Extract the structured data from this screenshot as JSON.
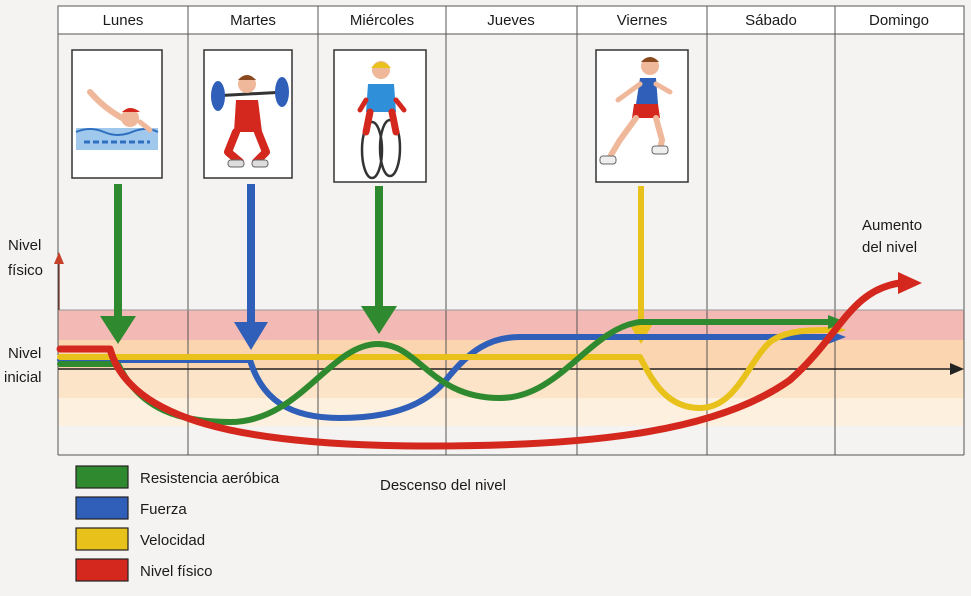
{
  "days": [
    "Lunes",
    "Martes",
    "Miércoles",
    "Jueves",
    "Viernes",
    "Sábado",
    "Domingo"
  ],
  "icons": [
    {
      "name": "swimmer-icon",
      "color": "#2f8a2f"
    },
    {
      "name": "weightlifter-icon",
      "color": "#2f5fb8"
    },
    {
      "name": "cyclist-icon",
      "color": "#2f8a2f"
    },
    {
      "name": "runner-icon",
      "color": "#e8c21a"
    }
  ],
  "axis": {
    "y_top_line1": "Nivel",
    "y_top_line2": "físico",
    "baseline_line1": "Nivel",
    "baseline_line2": "inicial",
    "increase_line1": "Aumento",
    "increase_line2": "del nivel",
    "decrease": "Descenso del nivel"
  },
  "legend": [
    {
      "label": "Resistencia aeróbica",
      "color": "#2f8a2f"
    },
    {
      "label": "Fuerza",
      "color": "#2f5fb8"
    },
    {
      "label": "Velocidad",
      "color": "#e8c21a"
    },
    {
      "label": "Nivel físico",
      "color": "#d4281e"
    }
  ],
  "bands": [
    "#f3b9b4",
    "#fbd4b0",
    "#fce4c8",
    "#fdf0df"
  ]
}
